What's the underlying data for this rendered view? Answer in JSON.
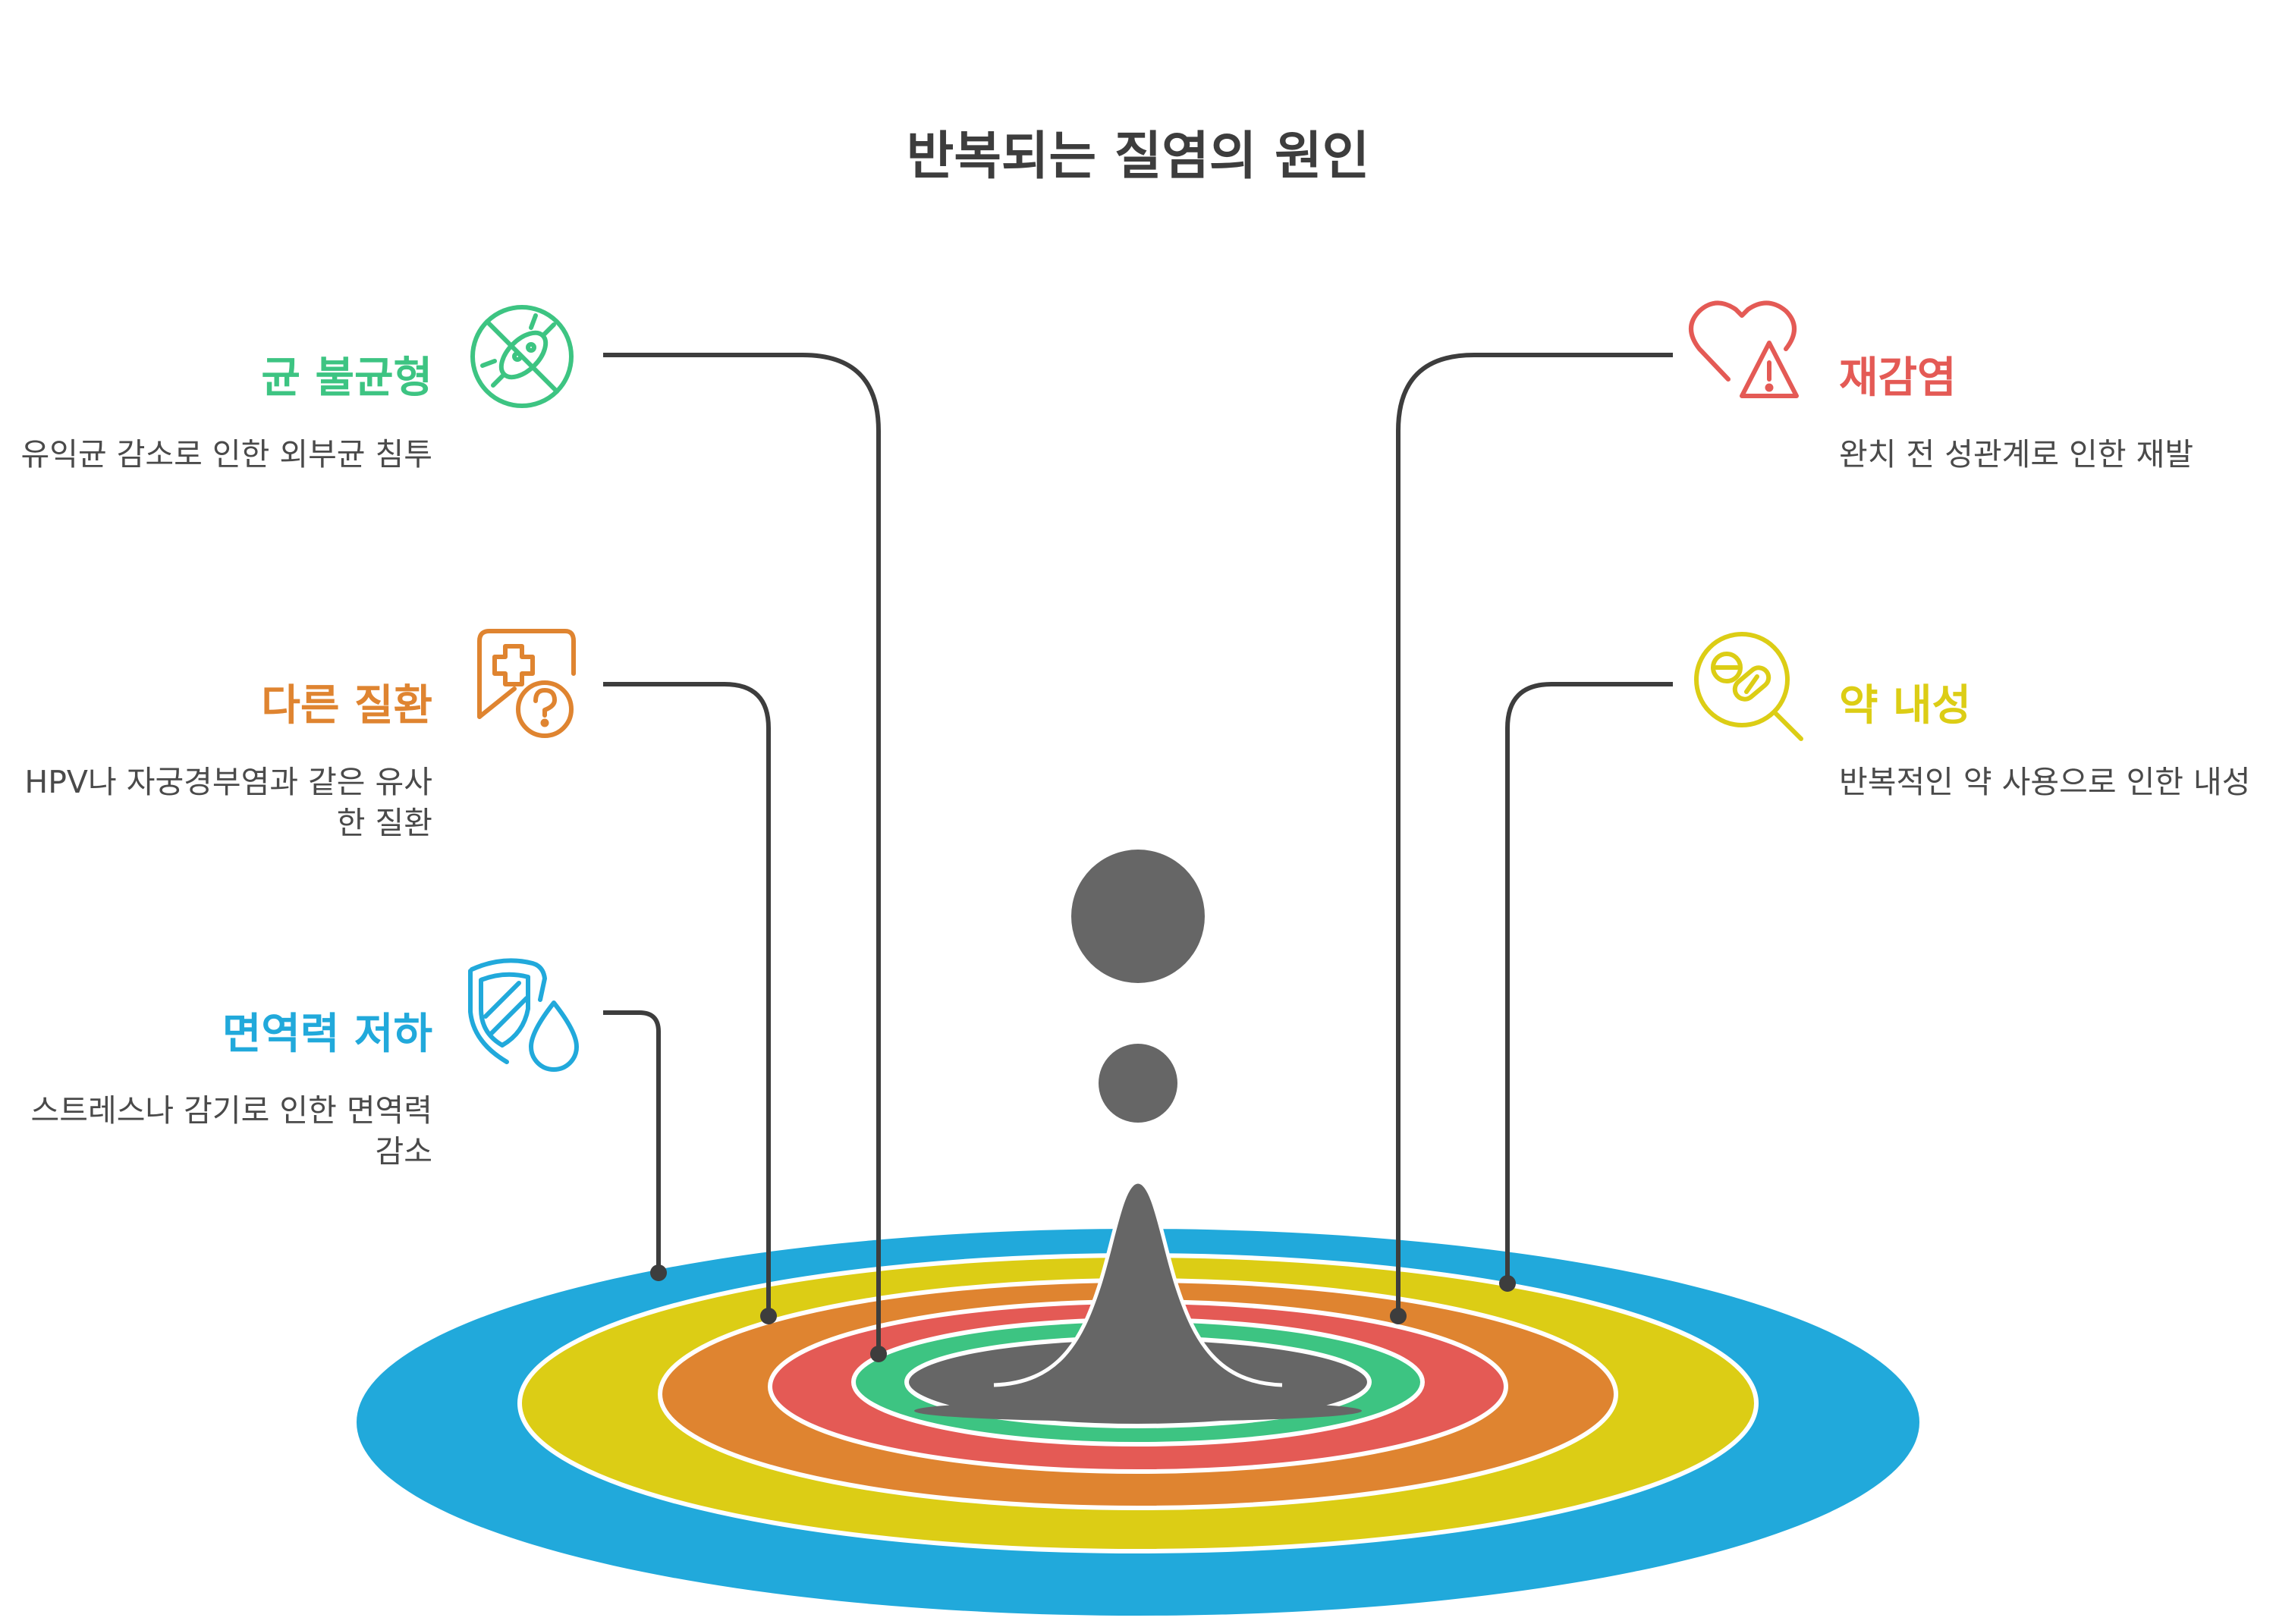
{
  "title": "반복되는 질염의 원인",
  "colors": {
    "title": "#3d3d3d",
    "text": "#4a4a4a",
    "dark": "#666666",
    "green": "#3dc482",
    "orange": "#df8430",
    "blue": "#21a9db",
    "red": "#e45a55",
    "yellow": "#dccd15"
  },
  "causes": [
    {
      "heading": "균 불균형",
      "description": "유익균 감소로 인한 외부균 침투",
      "color": "#3dc482",
      "icon": "bacteria-prohibited-icon",
      "side": "left"
    },
    {
      "heading": "다른 질환",
      "description": "HPV나 자궁경부염과 같은 유사한 질환",
      "color": "#df8430",
      "icon": "medical-question-icon",
      "side": "left"
    },
    {
      "heading": "면역력 저하",
      "description": "스트레스나 감기로 인한 면역력 감소",
      "color": "#21a9db",
      "icon": "shield-droplet-icon",
      "side": "left"
    },
    {
      "heading": "재감염",
      "description": "완치 전 성관계로 인한 재발",
      "color": "#e45a55",
      "icon": "heart-warning-icon",
      "side": "right"
    },
    {
      "heading": "약 내성",
      "description": "반복적인 약 사용으로 인한 내성",
      "color": "#dccd15",
      "icon": "pill-search-icon",
      "side": "right"
    }
  ]
}
